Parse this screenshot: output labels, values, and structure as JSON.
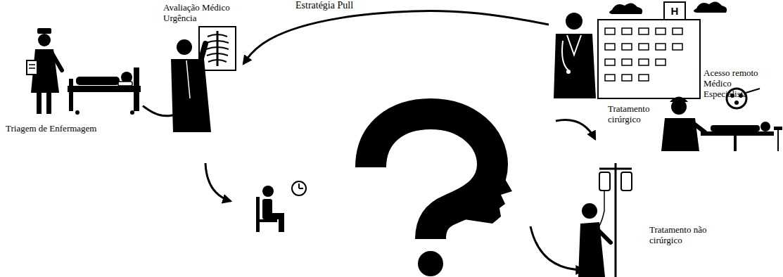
{
  "diagram": {
    "nodes": [
      {
        "text": [
          "Triagem de Enfermagem"
        ]
      },
      {
        "text": [
          "Avaliação Médico Urgência"
        ]
      },
      {
        "text": [
          "Acesso remoto Médico Especialista"
        ]
      },
      {
        "text": [
          "Tratamento cirúrgico"
        ]
      },
      {
        "text": [
          "Tratamento não cirúrgico"
        ]
      }
    ],
    "edges": [
      {
        "from": 0,
        "to": 1,
        "arrow": "to"
      },
      {
        "from": 2,
        "to": 1,
        "label": "Estratégia Pull",
        "arrow": "to"
      }
    ],
    "labels": [
      "H"
    ]
  }
}
